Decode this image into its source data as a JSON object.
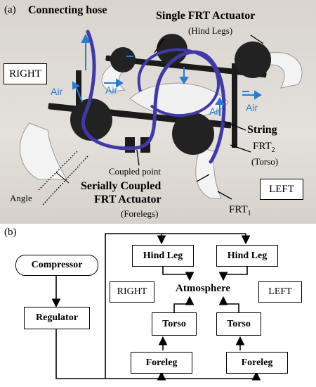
{
  "panel_a": {
    "label": "(a)",
    "connecting_hose": "Connecting hose",
    "single_frt": "Single FRT Actuator",
    "hind_legs": "(Hind Legs)",
    "right": "RIGHT",
    "left": "LEFT",
    "air": "Air",
    "string": "String",
    "frt2": "FRT",
    "frt2_sub": "2",
    "torso": "(Torso)",
    "coupled_point": "Coupled point",
    "serial_1": "Serially Coupled",
    "serial_2": "FRT Actuator",
    "forelegs": "(Forelegs)",
    "angle": "Angle",
    "frt1": "FRT",
    "frt1_sub": "1"
  },
  "panel_b": {
    "label": "(b)",
    "compressor": "Compressor",
    "regulator": "Regulator",
    "hind_leg": "Hind Leg",
    "atmosphere": "Atmosphere",
    "torso": "Torso",
    "foreleg": "Foreleg",
    "right": "RIGHT",
    "left": "LEFT"
  }
}
